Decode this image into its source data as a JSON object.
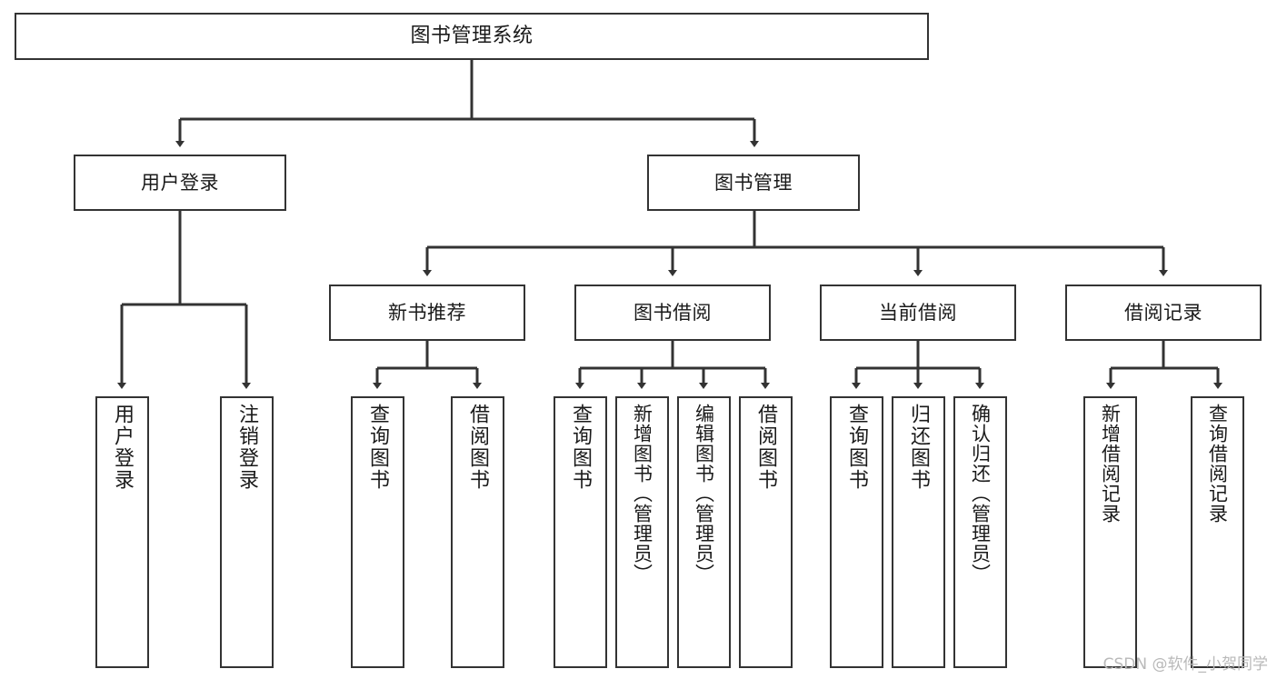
{
  "diagram": {
    "type": "tree-hierarchy",
    "title": "图书管理系统",
    "orientation": "top-down",
    "line_color": "#333333",
    "box_border_color": "#333333",
    "box_fill_color": "#ffffff",
    "background_color": "#ffffff"
  },
  "nodes": {
    "root": {
      "label": "图书管理系统"
    },
    "level2": [
      {
        "label": "用户登录"
      },
      {
        "label": "图书管理"
      }
    ],
    "level3": [
      {
        "label": "新书推荐"
      },
      {
        "label": "图书借阅"
      },
      {
        "label": "当前借阅"
      },
      {
        "label": "借阅记录"
      }
    ],
    "leaves": {
      "user_login": [
        {
          "label": "用户登录"
        },
        {
          "label": "注销登录"
        }
      ],
      "new_book_recommend": [
        {
          "label": "查询图书"
        },
        {
          "label": "借阅图书"
        }
      ],
      "book_borrow": [
        {
          "label": "查询图书"
        },
        {
          "label": "新增图书（管理员）"
        },
        {
          "label": "编辑图书（管理员）"
        },
        {
          "label": "借阅图书"
        }
      ],
      "current_borrow": [
        {
          "label": "查询图书"
        },
        {
          "label": "归还图书"
        },
        {
          "label": "确认归还（管理员）"
        }
      ],
      "borrow_record": [
        {
          "label": "新增借阅记录"
        },
        {
          "label": "查询借阅记录"
        }
      ]
    }
  },
  "watermark": {
    "text": "CSDN @软件_小贺同学"
  }
}
